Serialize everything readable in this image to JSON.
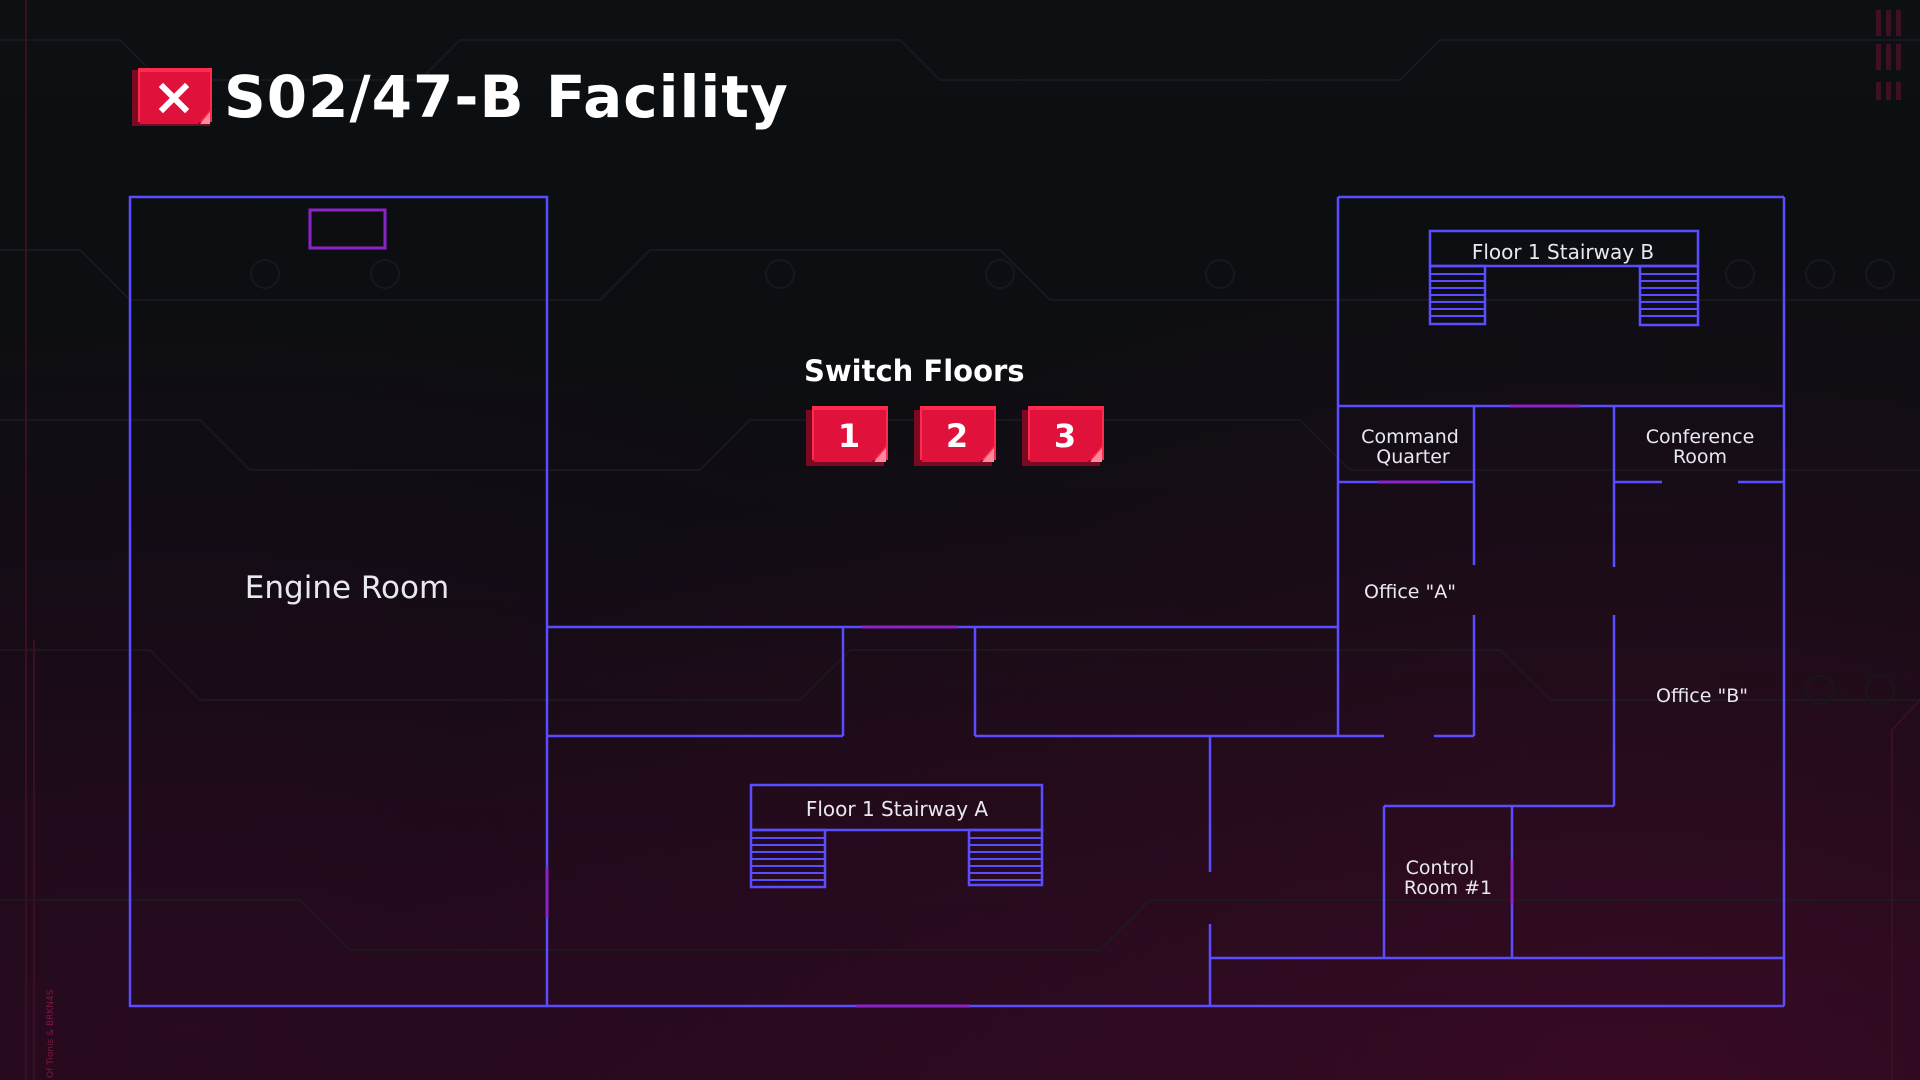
{
  "header": {
    "title": "S02/47-B Facility",
    "close_icon": "close-x-icon"
  },
  "floor_switcher": {
    "heading": "Switch Floors",
    "buttons": [
      "1",
      "2",
      "3"
    ]
  },
  "rooms": {
    "engine_room": "Engine Room",
    "stairway_a": "Floor 1 Stairway A",
    "stairway_b": "Floor 1 Stairway B",
    "command_quarter": [
      "Command",
      "Quarter"
    ],
    "conference_room": [
      "Conference",
      "Room"
    ],
    "office_a": "Office \"A\"",
    "office_b": "Office \"B\"",
    "control_room": [
      "Control",
      "Room #1"
    ]
  },
  "decor": {
    "side_text": "Of Tionis & BRKN4S"
  },
  "colors": {
    "wall": "#5a4dff",
    "door": "#8a24c8",
    "accent": "#e0123c",
    "accent_dark": "#7a0a22",
    "text": "#ffffff"
  }
}
